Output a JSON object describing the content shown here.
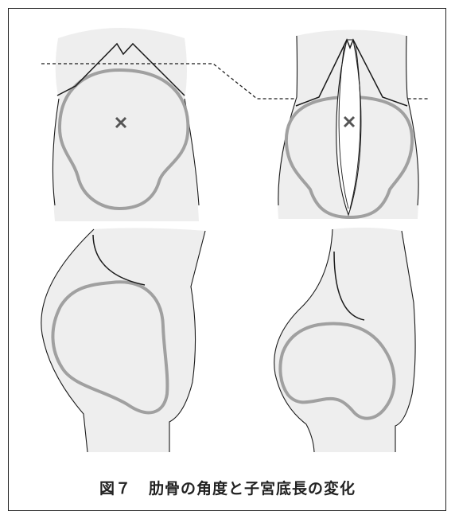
{
  "figure": {
    "label": "図７",
    "title": "肋骨の角度と子宮底長の変化"
  },
  "colors": {
    "body_fill": "#eeeeee",
    "uterus_outline": "#a0a0a0",
    "body_line": "#1a1a1a",
    "navel_mark": "#555555"
  },
  "icons": {
    "navel": "cross-mark"
  }
}
